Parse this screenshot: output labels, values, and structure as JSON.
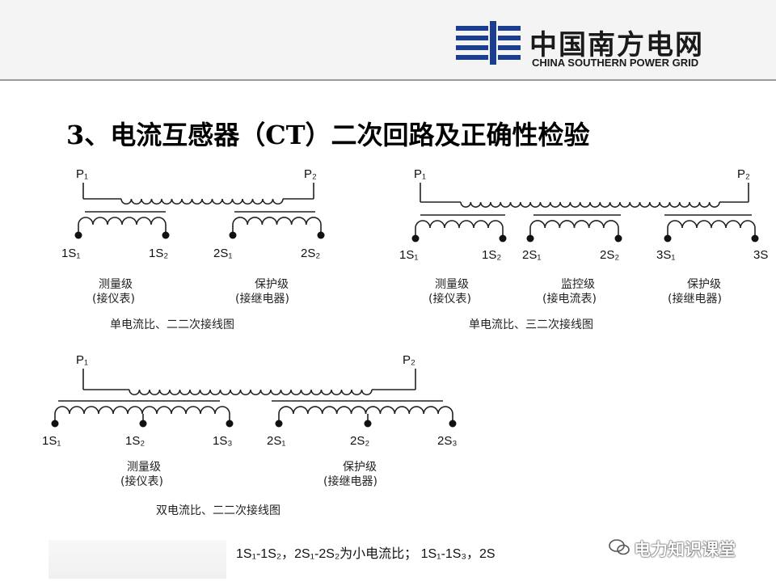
{
  "header": {
    "logo_cn": "中国南方电网",
    "logo_en": "CHINA SOUTHERN POWER GRID"
  },
  "slide_title": "3、电流互感器（CT）二次回路及正确性检验",
  "diagram1": {
    "p1": "P₁",
    "p2": "P₂",
    "terminals": [
      "1S₁",
      "1S₂",
      "2S₁",
      "2S₂"
    ],
    "winding1_label": [
      "测量级",
      "(接仪表)"
    ],
    "winding2_label": [
      "保护级",
      "(接继电器)"
    ],
    "caption": "单电流比、二二次接线图"
  },
  "diagram2": {
    "p1": "P₁",
    "p2": "P₂",
    "terminals": [
      "1S₁",
      "1S₂",
      "2S₁",
      "2S₂",
      "3S₁",
      "3S"
    ],
    "winding1_label": [
      "测量级",
      "(接仪表)"
    ],
    "winding2_label": [
      "监控级",
      "(接电流表)"
    ],
    "winding3_label": [
      "保护级",
      "(接继电器)"
    ],
    "caption": "单电流比、三二次接线图"
  },
  "diagram3": {
    "p1": "P₁",
    "p2": "P₂",
    "terminals": [
      "1S₁",
      "1S₂",
      "1S₃",
      "2S₁",
      "2S₂",
      "2S₃"
    ],
    "winding1_label": [
      "测量级",
      "(接仪表)"
    ],
    "winding2_label": [
      "保护级",
      "(接继电器)"
    ],
    "caption": "双电流比、二二次接线图"
  },
  "footnote": "1S₁-1S₂，2S₁-2S₂为小电流比；  1S₁-1S₃，2S",
  "watermark": "电力知识课堂"
}
